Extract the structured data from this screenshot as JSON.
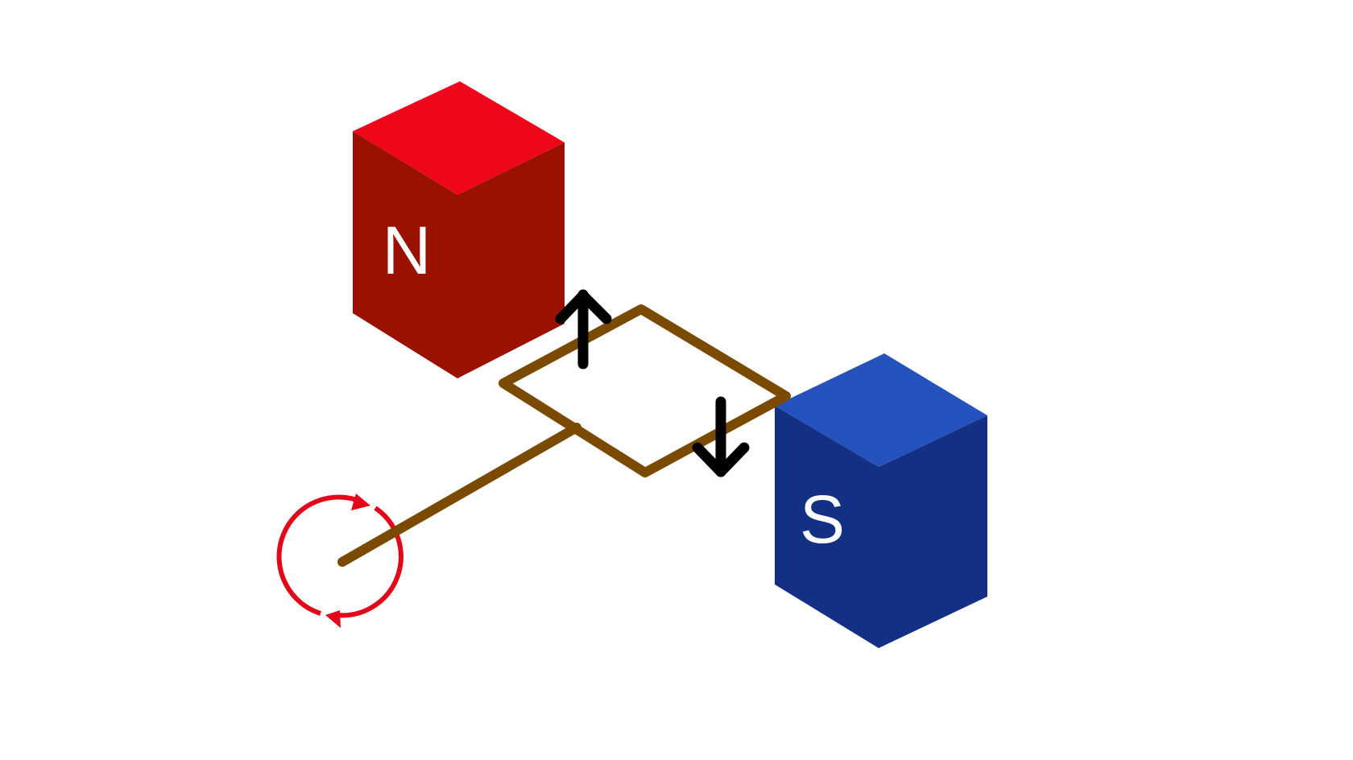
{
  "magnets": {
    "north": {
      "label": "N",
      "colors": {
        "top": "#EE061A",
        "front": "#9A1100",
        "side": "#9A1100"
      }
    },
    "south": {
      "label": "S",
      "colors": {
        "top": "#2552BC",
        "front": "#143085",
        "side": "#143085"
      }
    }
  },
  "coil": {
    "color": "#7A4A00"
  },
  "force_arrows": {
    "color": "#000000",
    "directions": [
      "up",
      "down"
    ]
  },
  "rotation_indicator": {
    "color": "#E2081A",
    "icon": "rotation-arrows-icon"
  }
}
